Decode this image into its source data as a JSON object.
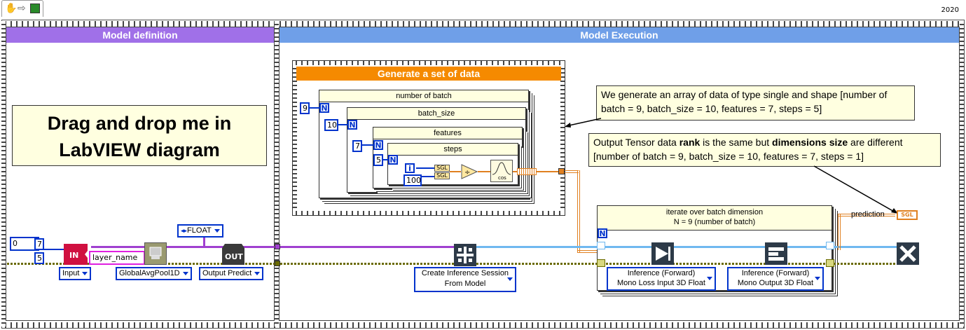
{
  "toolbar": {
    "version": "2020"
  },
  "left_panel": {
    "title": "Model definition"
  },
  "right_panel": {
    "title": "Model Execution"
  },
  "drag_note": {
    "line1": "Drag and drop me in",
    "line2": "LabVIEW diagram"
  },
  "generate_frame": {
    "title": "Generate a set of data"
  },
  "loops": {
    "batch": {
      "label": "number of batch",
      "n_const": "9"
    },
    "batch_size": {
      "label": "batch_size",
      "n_const": "10"
    },
    "features": {
      "label": "features",
      "n_const": "7"
    },
    "steps": {
      "label": "steps",
      "n_const": "5"
    }
  },
  "n_label": "N",
  "i_label": "i",
  "const_100": "100",
  "sgl_label": "SGL",
  "cos_label": "cos",
  "annotations": {
    "note1": "We generate an array of data of type single and shape [number of batch = 9, batch_size = 10, features = 7, steps = 5]",
    "note2_pre": "Output Tensor data ",
    "note2_rank": "rank",
    "note2_mid": " is the same but ",
    "note2_dim": "dimensions size",
    "note2_post": " are different [number of batch = 9, batch_size = 10, features = 7, steps = 1]"
  },
  "iterate_loop": {
    "line1": "iterate over batch dimension",
    "line2": "N = 9 (number of batch)"
  },
  "array_const": {
    "index": "0",
    "v1": "7",
    "v2": "5"
  },
  "in_label": "IN",
  "out_label": "OUT",
  "layer_name": "layer_name",
  "dropdowns": {
    "input": "Input",
    "global_avg": "GlobalAvgPool1D",
    "output_predict": "Output Predict",
    "float": "FLOAT",
    "create_session_line1": "Create Inference Session",
    "create_session_line2": "From Model",
    "inference1_line1": "Inference (Forward)",
    "inference1_line2": "Mono Loss Input 3D Float",
    "inference2_line1": "Inference (Forward)",
    "inference2_line2": "Mono Output 3D Float"
  },
  "prediction": {
    "label": "prediction",
    "type": "SGL"
  }
}
